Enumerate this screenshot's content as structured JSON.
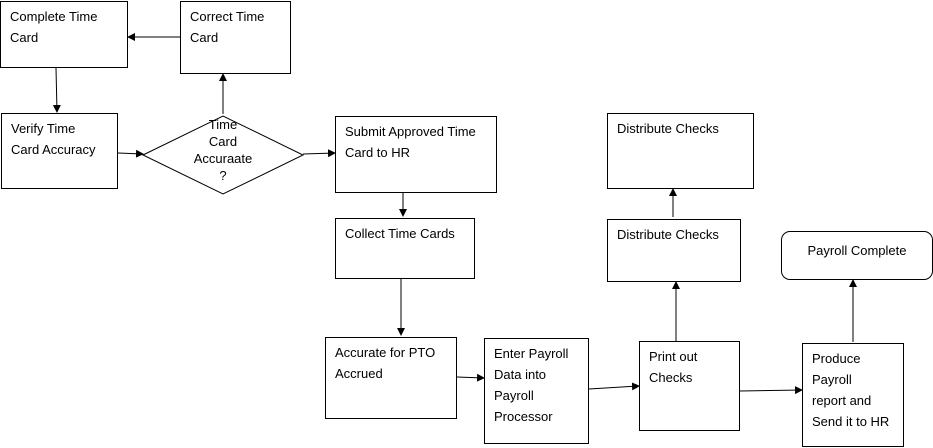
{
  "nodes": {
    "complete_time_card": [
      "Complete Time",
      "Card"
    ],
    "correct_time_card": [
      "Correct Time",
      "Card"
    ],
    "verify_accuracy": [
      "Verify Time",
      "Card Accuracy"
    ],
    "decision": [
      "Time",
      "Card",
      "Accuraate",
      "?"
    ],
    "submit_to_hr": [
      "Submit Approved Time",
      "Card to HR"
    ],
    "collect_time_cards": [
      "Collect Time Cards"
    ],
    "accurate_pto": [
      "Accurate for PTO",
      "Accrued"
    ],
    "enter_payroll": [
      "Enter Payroll",
      "Data into",
      "Payroll",
      "Processor"
    ],
    "print_checks": [
      "Print out",
      "Checks"
    ],
    "distribute_checks_lower": [
      "Distribute Checks"
    ],
    "distribute_checks_upper": [
      "Distribute Checks"
    ],
    "produce_report": [
      "Produce",
      "Payroll",
      "report and",
      "Send it to HR"
    ],
    "payroll_complete": [
      "Payroll Complete"
    ]
  }
}
